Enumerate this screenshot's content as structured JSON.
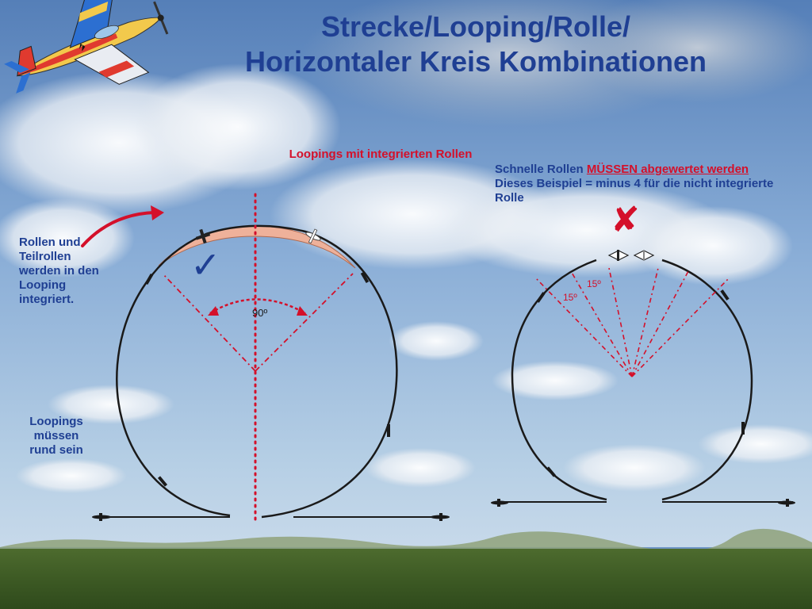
{
  "title": {
    "line1": "Strecke/Looping/Rolle/",
    "line2": "Horizontaler Kreis Kombinationen"
  },
  "notes": {
    "left": "Rollen und Teilrollen werden in den Looping integriert.",
    "bottom": "Loopings müssen rund sein",
    "center": "Loopings mit integrierten Rollen",
    "right_prefix": "Schnelle Rollen ",
    "right_emphasis": "MÜSSEN abgewertet werden",
    "right_line2": "Dieses Beispiel = minus 4 für die nicht integrierte Rolle"
  },
  "diagram": {
    "left_angle_label": "90º",
    "right_angle_label_1": "15º",
    "right_angle_label_2": "15º",
    "check_mark": "✓",
    "cross_mark": "✘"
  },
  "icons": [
    "aerobatic-plane-icon",
    "check-mark-icon",
    "cross-mark-icon",
    "airplane-icon"
  ],
  "colors": {
    "title_blue": "#1f3f93",
    "red": "#d4102a",
    "roll_fill": "#eeb19a"
  }
}
